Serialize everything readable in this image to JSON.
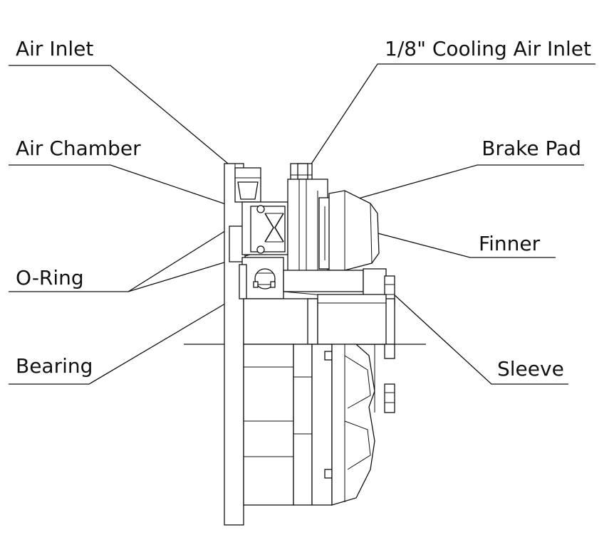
{
  "labels": {
    "air_inlet": "Air Inlet",
    "cooling_air_inlet": "1/8\" Cooling Air Inlet",
    "air_chamber": "Air Chamber",
    "brake_pad": "Brake Pad",
    "finner": "Finner",
    "o_ring": "O-Ring",
    "bearing": "Bearing",
    "sleeve": "Sleeve"
  },
  "colors": {
    "ink": "#111111",
    "background": "#ffffff"
  }
}
